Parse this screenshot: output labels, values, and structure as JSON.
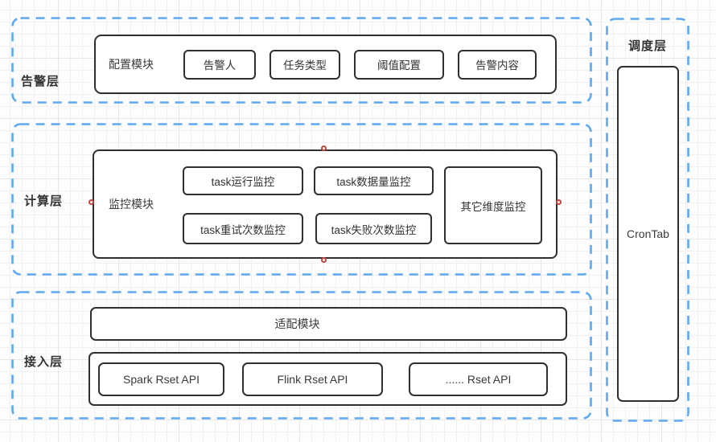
{
  "colors": {
    "layer_dash_border": "#5ea8f2",
    "node_border": "#2f2f2f",
    "text": "#333333",
    "connection_point": "#c2463d",
    "grid_line": "#f1f1f1"
  },
  "layers": {
    "alert": {
      "label": "告警层",
      "module": "配置模块",
      "items": [
        "告警人",
        "任务类型",
        "阈值配置",
        "告警内容"
      ]
    },
    "compute": {
      "label": "计算层",
      "module": "监控模块",
      "monitors": [
        "task运行监控",
        "task数据量监控",
        "task重试次数监控",
        "task失败次数监控"
      ],
      "side_monitor": "其它维度监控"
    },
    "access": {
      "label": "接入层",
      "adapter": "适配模块",
      "apis": [
        "Spark Rset API",
        "Flink Rset API",
        "...... Rset API"
      ]
    },
    "schedule": {
      "label": "调度层",
      "node": "CronTab"
    }
  }
}
